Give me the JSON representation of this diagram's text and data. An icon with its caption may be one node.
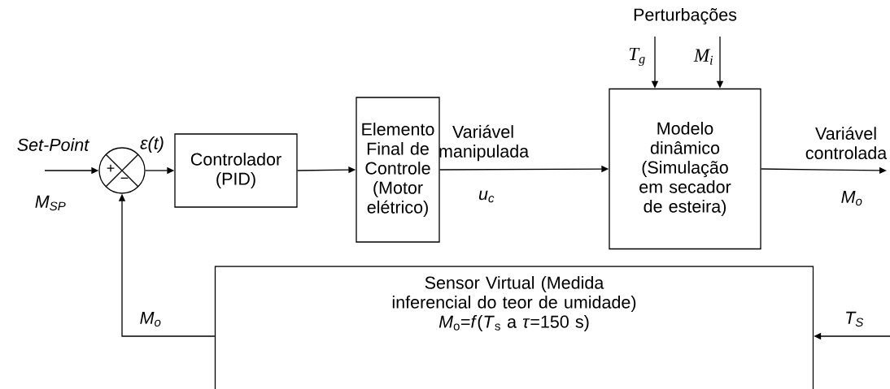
{
  "diagram": {
    "nodes": [
      {
        "text": [
          "+",
          "−"
        ]
      },
      {
        "text": [
          "Controlador (PID)"
        ]
      },
      {
        "text": [
          "Elemento Final de Controle (Motor elétrico)"
        ]
      },
      {
        "text": [
          "Modelo dinâmico (Simulação em secador de esteira)"
        ]
      },
      {
        "text": [
          "Sensor Virtual (Medida inferencial do teor de umidade)",
          "*M*$_{o}$=*f*(*T*$_{s}$ a *τ*=150 s)"
        ]
      },
      {
        "text": [
          "Perturbações"
        ]
      }
    ],
    "edges": [
      {
        "from": null,
        "to": 0,
        "arrow": "to",
        "label": "Set-Point"
      },
      {
        "from": 0,
        "to": 1,
        "arrow": "to",
        "label": "ε(t)"
      },
      {
        "from": 1,
        "to": 2,
        "arrow": "to"
      },
      {
        "from": 2,
        "to": 3,
        "arrow": "to",
        "label": "Variável manipulada"
      },
      {
        "from": 3,
        "to": null,
        "arrow": "to",
        "label": "Variável controlada"
      },
      {
        "from": 5,
        "to": 3,
        "arrow": "to",
        "label": "T$_{g}$"
      },
      {
        "from": 5,
        "to": 3,
        "arrow": "to",
        "label": "M$_{i}$"
      },
      {
        "from": 4,
        "to": 0,
        "arrow": "to",
        "label": "M$_{o}$"
      },
      {
        "from": null,
        "to": 4,
        "arrow": "to",
        "label": "T$_{S}$"
      }
    ],
    "labels": [
      "M$_{SP}$",
      "u$_{c}$",
      "M$_{o}$"
    ]
  }
}
